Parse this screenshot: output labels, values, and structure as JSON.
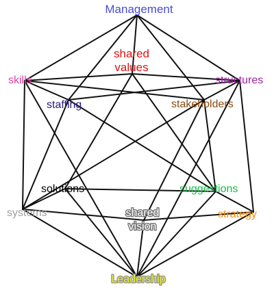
{
  "nodes": {
    "management": {
      "text": "Management",
      "color": "#4a4ad8"
    },
    "shared_values": {
      "line1": "shared",
      "line2": "values",
      "color": "#e01010"
    },
    "skills": {
      "text": "skills",
      "color": "#e040a0"
    },
    "structures": {
      "text": "structures",
      "color": "#a020a0"
    },
    "staffing": {
      "text": "staffing",
      "color": "#2a1a7a"
    },
    "stakeholders": {
      "text": "stakeholders",
      "color": "#8b4a10"
    },
    "solutions": {
      "text": "solutions",
      "color": "#000000"
    },
    "suggestions": {
      "text": "suggestions",
      "color": "#10c040"
    },
    "systems": {
      "text": "systems",
      "color": "#a0a0a0"
    },
    "strategy": {
      "text": "strategy",
      "color": "#f09010"
    },
    "shared_vision": {
      "line1": "shared",
      "line2": "vision",
      "color": "#ffffff"
    },
    "leadership": {
      "text": "Leadership",
      "color": "#e8f020"
    }
  },
  "edges": [
    [
      "M",
      "SK"
    ],
    [
      "M",
      "ST"
    ],
    [
      "M",
      "SF"
    ],
    [
      "M",
      "SH"
    ],
    [
      "M",
      "SV"
    ],
    [
      "SK",
      "SV"
    ],
    [
      "SK",
      "SF"
    ],
    [
      "SK",
      "SH"
    ],
    [
      "SK",
      "SY"
    ],
    [
      "SK",
      "L"
    ],
    [
      "ST",
      "SV"
    ],
    [
      "ST",
      "SF"
    ],
    [
      "ST",
      "SH"
    ],
    [
      "ST",
      "STR"
    ],
    [
      "ST",
      "L"
    ],
    [
      "SF",
      "SY"
    ],
    [
      "SF",
      "SG"
    ],
    [
      "SH",
      "SY"
    ],
    [
      "SH",
      "SG"
    ],
    [
      "SH",
      "SVI"
    ],
    [
      "SV",
      "SO"
    ],
    [
      "SV",
      "SG"
    ],
    [
      "SY",
      "SO"
    ],
    [
      "SY",
      "SVI"
    ],
    [
      "SY",
      "L"
    ],
    [
      "STR",
      "SG"
    ],
    [
      "STR",
      "SVI"
    ],
    [
      "STR",
      "L"
    ],
    [
      "SO",
      "SG"
    ],
    [
      "SO",
      "L"
    ],
    [
      "SG",
      "L"
    ],
    [
      "SVI",
      "L"
    ]
  ]
}
